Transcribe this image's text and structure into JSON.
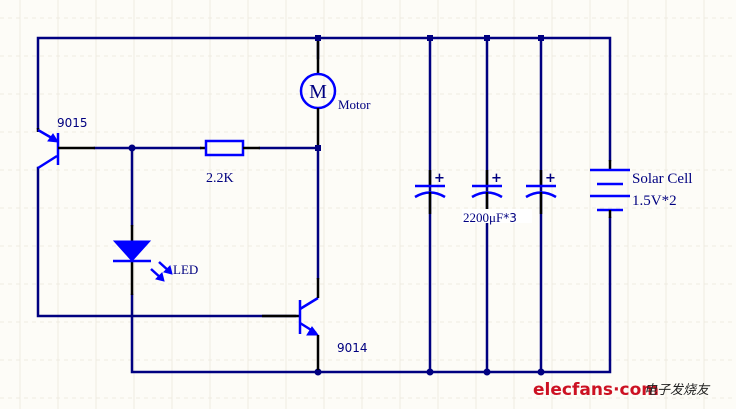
{
  "diagram": {
    "title": "Solar motor circuit schematic",
    "components": {
      "transistor_pnp": {
        "label": "9015"
      },
      "transistor_npn": {
        "label": "9014"
      },
      "resistor": {
        "label": "2.2K"
      },
      "motor": {
        "symbol": "M",
        "label": "Motor"
      },
      "led": {
        "label": "LED"
      },
      "capacitors": {
        "label": "2200μF",
        "multiplier": "*3",
        "plus": [
          "+",
          "+",
          "+"
        ]
      },
      "solar_cell": {
        "label_line1": "Solar Cell",
        "label_line2": "1.5V*2"
      }
    },
    "colors": {
      "wire": "#000080",
      "symbol": "#0000ff",
      "pin": "#000000",
      "background": "#fdfcf7",
      "watermark": "#cc1122"
    }
  },
  "watermark": {
    "brand": "elecfans",
    "dot": "·",
    "tld": "com",
    "chinese": "电子发烧友"
  }
}
